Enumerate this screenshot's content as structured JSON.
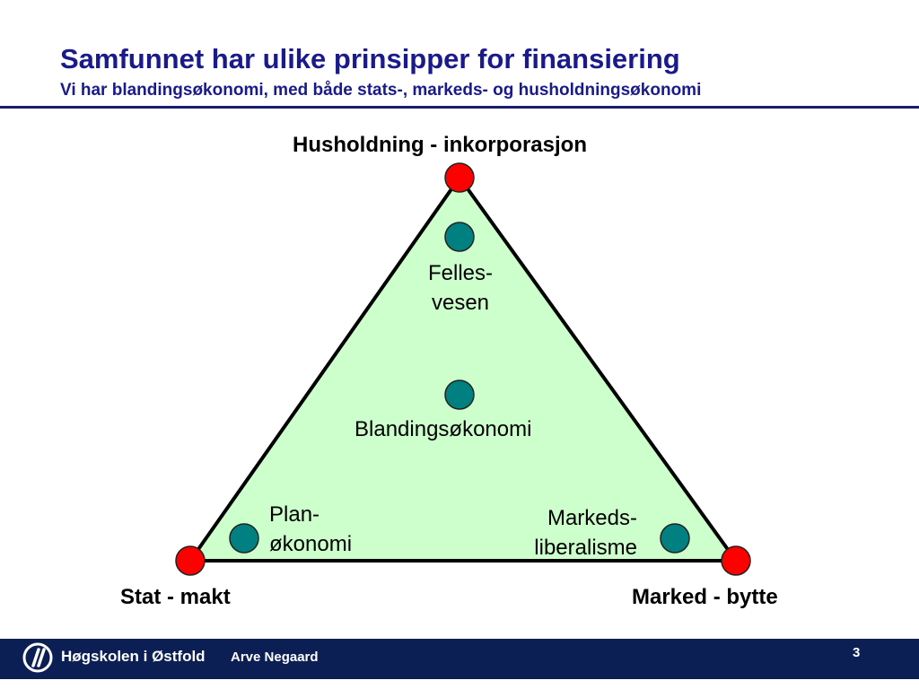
{
  "header": {
    "title": "Samfunnet har ulike prinsipper for finansiering",
    "subtitle": "Vi har blandingsøkonomi, med både stats-, markeds- og husholdningsøkonomi"
  },
  "diagram": {
    "corners": {
      "top": "Husholdning - inkorporasjon",
      "left": "Stat - makt",
      "right": "Marked - bytte"
    },
    "inner": {
      "felles_line1": "Felles-",
      "felles_line2": "vesen",
      "blanding": "Blandingsøkonomi",
      "plan_line1": "Plan-",
      "plan_line2": "økonomi",
      "markeds_line1": "Markeds-",
      "markeds_line2": "liberalisme"
    },
    "colors": {
      "fill": "#ccffcc",
      "corner_point": "#ff0000",
      "inner_point": "#008080"
    }
  },
  "footer": {
    "organization": "Høgskolen i Østfold",
    "author": "Arve Negaard",
    "page_number": "3"
  }
}
